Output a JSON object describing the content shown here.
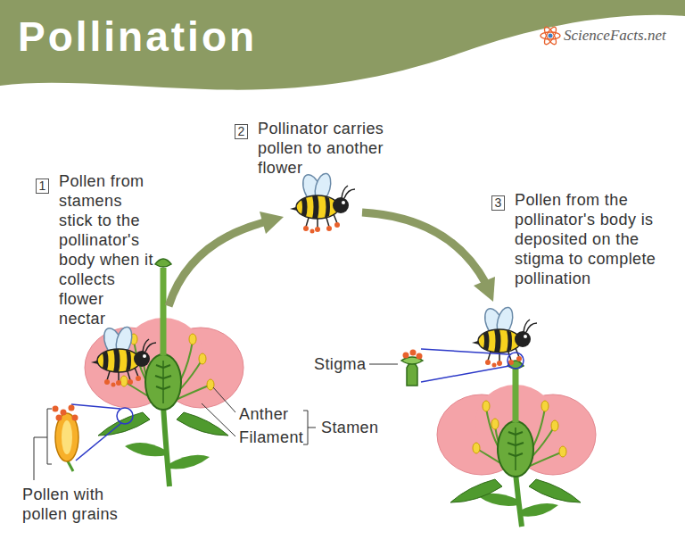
{
  "diagram": {
    "title": "Pollination",
    "labels": [
      "1",
      "Pollen from stamens stick to the pollinator's body when it collects flower nectar",
      "2",
      "Pollinator carries pollen to another flower",
      "3",
      "Pollen from the pollinator's body is deposited on the stigma to complete pollination",
      "Stigma",
      "Anther",
      "Filament",
      "Stamen",
      "Pollen with pollen grains",
      "ScienceFacts.net"
    ]
  }
}
